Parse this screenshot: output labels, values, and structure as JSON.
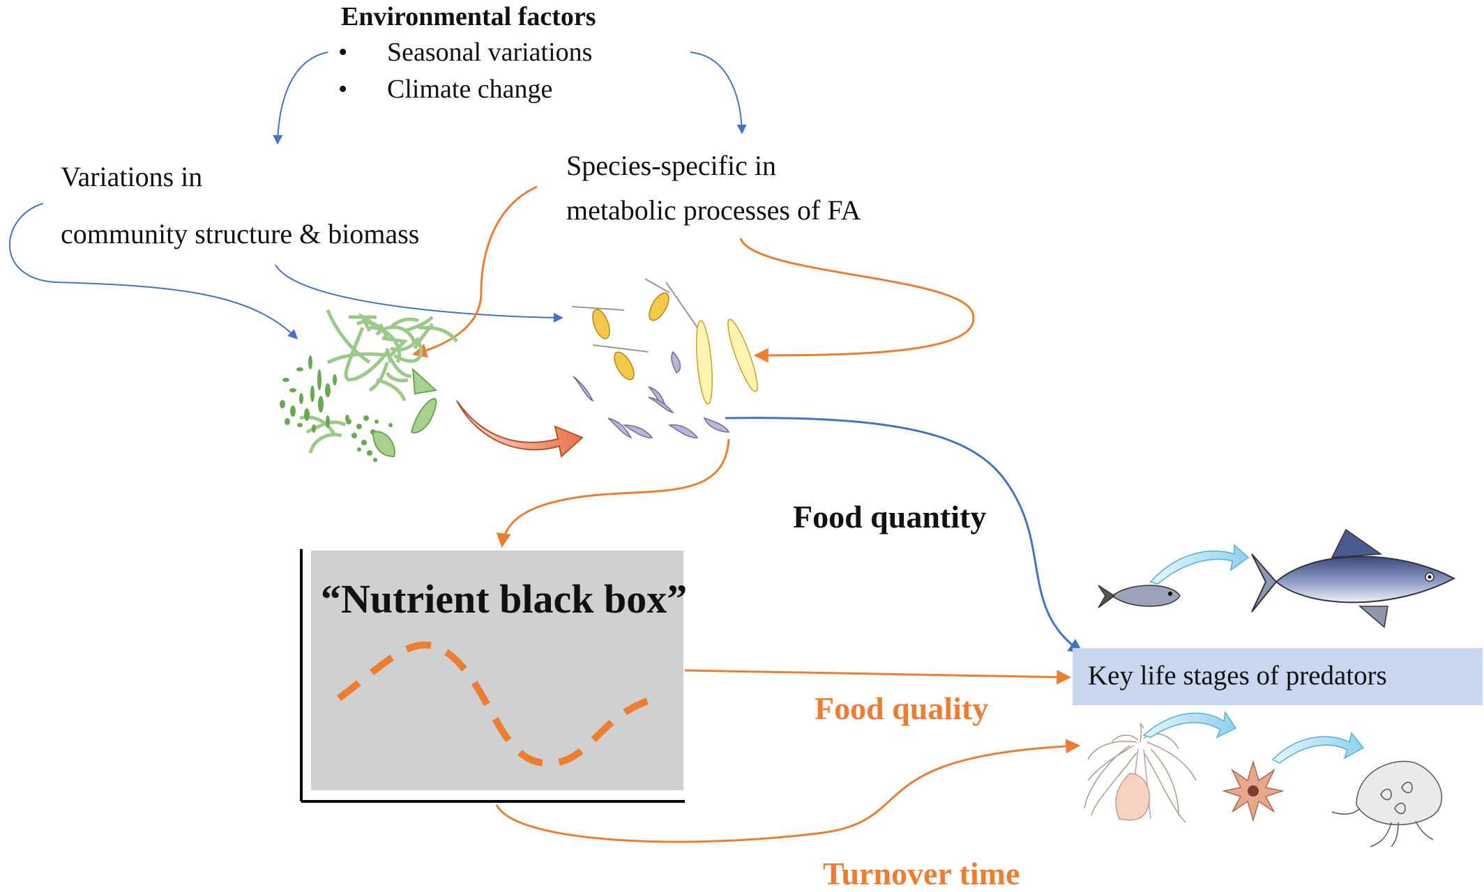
{
  "factors": {
    "title": "Environmental factors",
    "bullets": [
      "Seasonal variations",
      "Climate change"
    ],
    "bullet_symbol": "•"
  },
  "left_node": {
    "line1": "Variations in",
    "line2": "community structure & biomass"
  },
  "right_node": {
    "line1": "Species-specific in",
    "line2": "metabolic processes of FA"
  },
  "black_box": {
    "title": "“Nutrient black box”"
  },
  "labels": {
    "food_quantity": "Food quantity",
    "food_quality": "Food quality",
    "turnover_time": "Turnover time"
  },
  "predators": {
    "label": "Key life stages of predators"
  },
  "colors": {
    "blue_arrow": "#4472c4",
    "orange_arrow": "#ed7d31",
    "box_fill": "#d0d0d0",
    "predator_box": "#c9d7ee",
    "phyto_green": "#7fb069",
    "light_blue_arrow": "#a9dcf0"
  },
  "icons": [
    "phytoplankton-icon",
    "copepod-icon",
    "krill-icon",
    "small-fish-icon",
    "tuna-icon",
    "polyp-icon",
    "ephyra-icon",
    "jellyfish-icon"
  ]
}
